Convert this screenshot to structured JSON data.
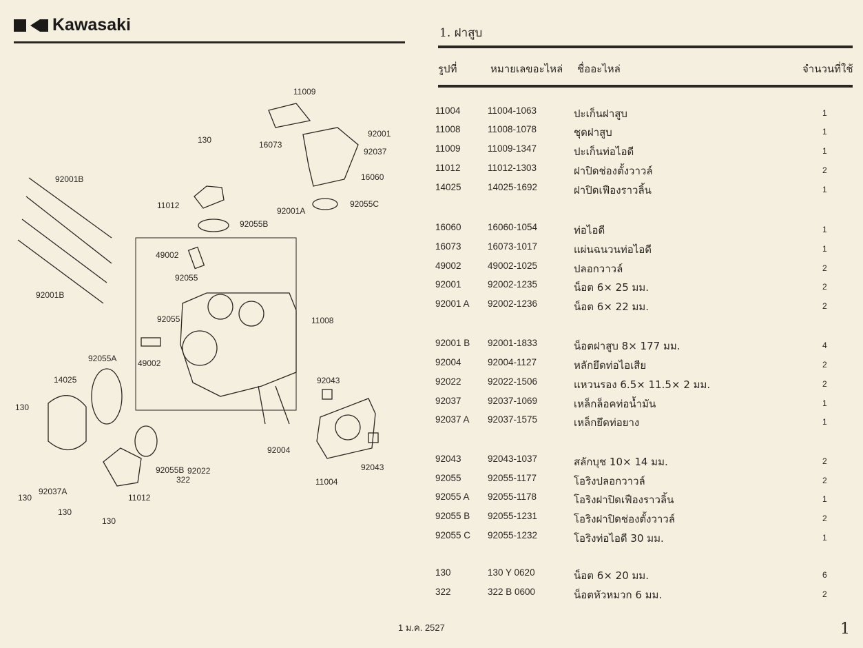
{
  "brand": "Kawasaki",
  "section_title": "1. ฝาสูบ",
  "headers": {
    "fig": "รูปที่",
    "part_no": "หมายเลขอะไหล่",
    "name": "ชื่ออะไหล่",
    "qty": "จำนวนที่ใช้"
  },
  "parts": [
    {
      "fig": "11004",
      "part_no": "11004-1063",
      "name": "ปะเก็นฝาสูบ",
      "qty": "1"
    },
    {
      "fig": "11008",
      "part_no": "11008-1078",
      "name": "ชุดฝาสูบ",
      "qty": "1"
    },
    {
      "fig": "11009",
      "part_no": "11009-1347",
      "name": "ปะเก็นท่อไอดี",
      "qty": "1"
    },
    {
      "fig": "11012",
      "part_no": "11012-1303",
      "name": "ฝาปิดช่องตั้งวาวล์",
      "qty": "2"
    },
    {
      "fig": "14025",
      "part_no": "14025-1692",
      "name": "ฝาปิดเฟืองราวลิ้น",
      "qty": "1"
    },
    {
      "fig": "16060",
      "part_no": "16060-1054",
      "name": "ท่อไอดี",
      "qty": "1"
    },
    {
      "fig": "16073",
      "part_no": "16073-1017",
      "name": "แผ่นฉนวนท่อไอดี",
      "qty": "1"
    },
    {
      "fig": "49002",
      "part_no": "49002-1025",
      "name": "ปลอกวาวล์",
      "qty": "2"
    },
    {
      "fig": "92001",
      "part_no": "92002-1235",
      "name": "น็อต 6× 25 มม.",
      "qty": "2"
    },
    {
      "fig": "92001 A",
      "part_no": "92002-1236",
      "name": "น็อต 6× 22 มม.",
      "qty": "2"
    },
    {
      "fig": "92001 B",
      "part_no": "92001-1833",
      "name": "น็อตฝาสูบ 8× 177 มม.",
      "qty": "4"
    },
    {
      "fig": "92004",
      "part_no": "92004-1127",
      "name": "หลักยึดท่อไอเสีย",
      "qty": "2"
    },
    {
      "fig": "92022",
      "part_no": "92022-1506",
      "name": "แหวนรอง 6.5× 11.5× 2 มม.",
      "qty": "2"
    },
    {
      "fig": "92037",
      "part_no": "92037-1069",
      "name": "เหล็กล็อคท่อน้ำมัน",
      "qty": "1"
    },
    {
      "fig": "92037 A",
      "part_no": "92037-1575",
      "name": "เหล็กยึดท่อยาง",
      "qty": "1"
    },
    {
      "fig": "92043",
      "part_no": "92043-1037",
      "name": "สลักบุช 10× 14 มม.",
      "qty": "2"
    },
    {
      "fig": "92055",
      "part_no": "92055-1177",
      "name": "โอริงปลอกวาวล์",
      "qty": "2"
    },
    {
      "fig": "92055 A",
      "part_no": "92055-1178",
      "name": "โอริงฝาปิดเฟืองราวลิ้น",
      "qty": "1"
    },
    {
      "fig": "92055 B",
      "part_no": "92055-1231",
      "name": "โอริงฝาปิดช่องตั้งวาวล์",
      "qty": "2"
    },
    {
      "fig": "92055 C",
      "part_no": "92055-1232",
      "name": "โอริงท่อไอดี 30 มม.",
      "qty": "1"
    },
    {
      "fig": "130",
      "part_no": "130 Y 0620",
      "name": "น็อต 6× 20 มม.",
      "qty": "6"
    },
    {
      "fig": "322",
      "part_no": "322 B 0600",
      "name": "น็อตหัวหมวก 6 มม.",
      "qty": "2"
    }
  ],
  "diagram_labels": [
    "11009",
    "130",
    "16073",
    "92001",
    "92037",
    "16060",
    "92001B",
    "11012",
    "92001A",
    "92055C",
    "92055B",
    "49002",
    "92055",
    "11008",
    "92055",
    "49002",
    "92055A",
    "14025",
    "130",
    "92043",
    "92004",
    "92022",
    "322",
    "92055B",
    "11012",
    "130",
    "92037A",
    "130",
    "130",
    "11004",
    "92043",
    "92001B"
  ],
  "footer_date": "1 ม.ค. 2527",
  "page_number": "1"
}
